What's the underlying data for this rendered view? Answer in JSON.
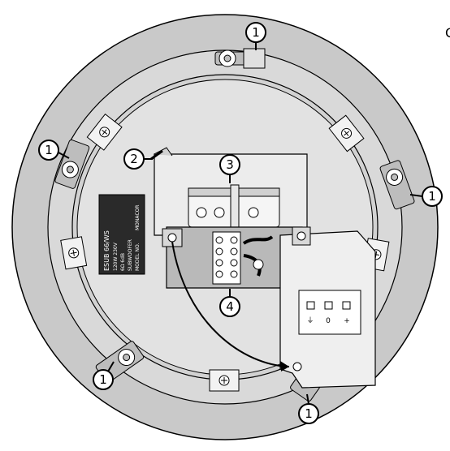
{
  "corner_mark": "C",
  "callouts": {
    "c1_top": "1",
    "c1_left": "1",
    "c1_right": "1",
    "c1_bottom_left": "1",
    "c1_bottom_right": "1",
    "c2": "2",
    "c3": "3",
    "c4": "4"
  },
  "rating_label": {
    "model": "ESUB 66/WS",
    "lines": [
      "120W 230V",
      "6Ω 6dB",
      "SUBWOOFER",
      "MODEL NO."
    ],
    "brand": "MONACOR"
  },
  "terminal_labels": [
    "⏚",
    "0",
    "+"
  ],
  "colors": {
    "outline": "#000000",
    "outer_ring": "#c9c9c9",
    "inner_ring": "#dcdcdc",
    "plate": "#bdbdbd",
    "panel": "#e9e9e9",
    "white": "#ffffff"
  }
}
